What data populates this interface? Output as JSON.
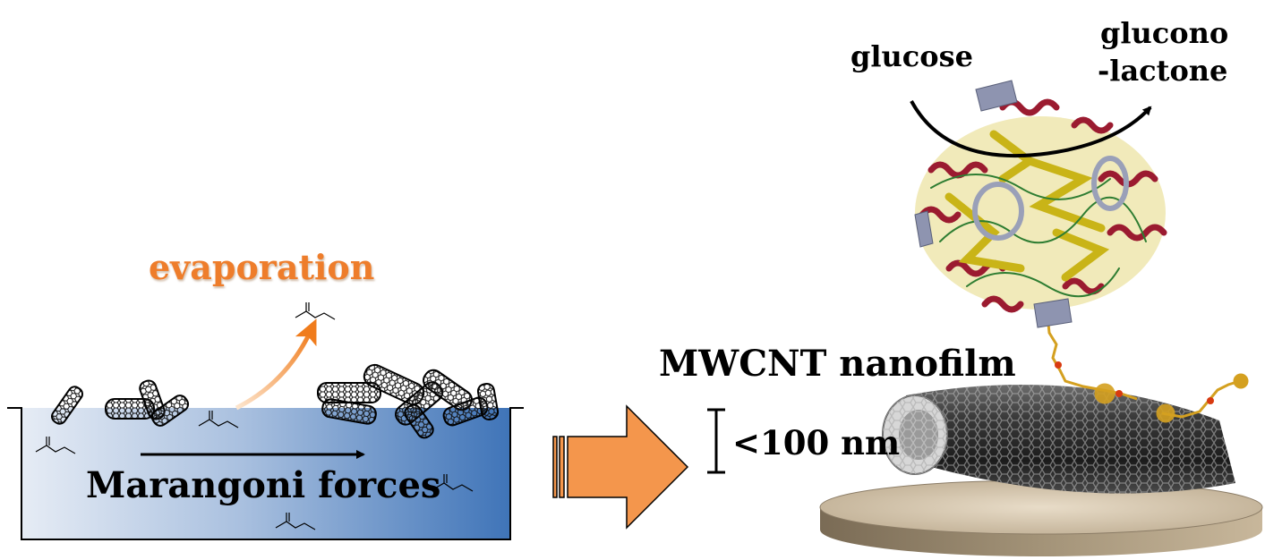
{
  "labels": {
    "evaporation": "evaporation",
    "marangoni": "Marangoni forces",
    "nanofilm": "MWCNT nanofilm",
    "scale": "<100 nm",
    "substrate": "glucose",
    "product_line1": "glucono",
    "product_line2": "-lactone"
  },
  "colors": {
    "evaporation_text": "#ee7d2b",
    "big_arrow": "#f4964c",
    "trough_fill_light": "#e6ecf5",
    "trough_fill_dark": "#3f74b8",
    "disc_top": "#d9ccb8",
    "disc_side": "#8b7c66",
    "helix": "#9b1b30",
    "sheet": "#c9b417",
    "linker": "#d4a020"
  },
  "icons": {
    "ethyl_acetate": "ethyl-acetate-molecule-icon",
    "nanotube": "carbon-nanotube-icon",
    "enzyme": "glucose-oxidase-protein-icon"
  }
}
